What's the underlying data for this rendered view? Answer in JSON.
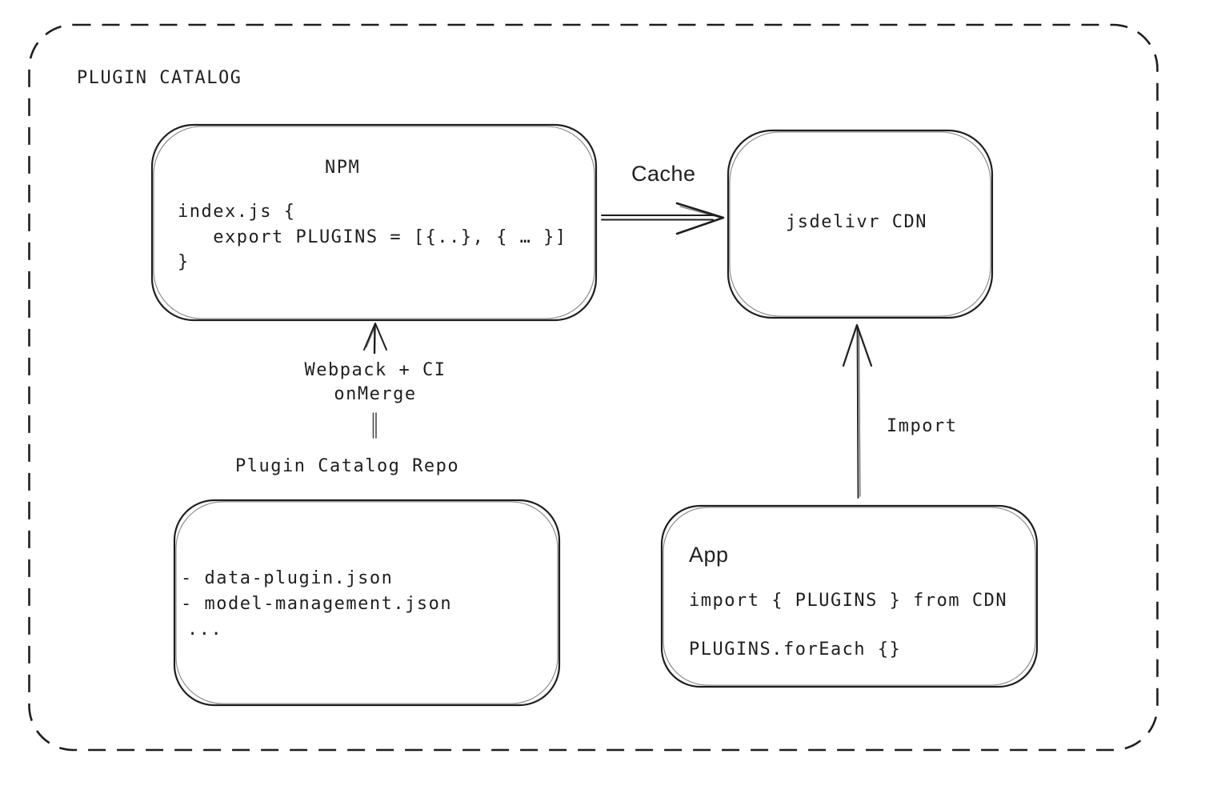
{
  "diagram": {
    "title": "PLUGIN CATALOG",
    "colors": {
      "stroke": "#1e1e1e",
      "text": "#1f1f1f",
      "background": "#ffffff"
    },
    "nodes": {
      "npm": {
        "title": "NPM",
        "code": "index.js {\n   export PLUGINS = [{..}, { … }]\n}"
      },
      "cdn": {
        "label": "jsdelivr CDN"
      },
      "repo": {
        "label": "Plugin Catalog Repo",
        "items": [
          "- data-plugin.json",
          "- model-management.json",
          "..."
        ]
      },
      "app": {
        "title": "App",
        "import_line": "import { PLUGINS } from CDN",
        "foreach_line": "PLUGINS.forEach {}"
      }
    },
    "edges": {
      "cache": {
        "label": "Cache"
      },
      "build": {
        "label": "Webpack + CI\nonMerge"
      },
      "import": {
        "label": "Import"
      }
    }
  }
}
